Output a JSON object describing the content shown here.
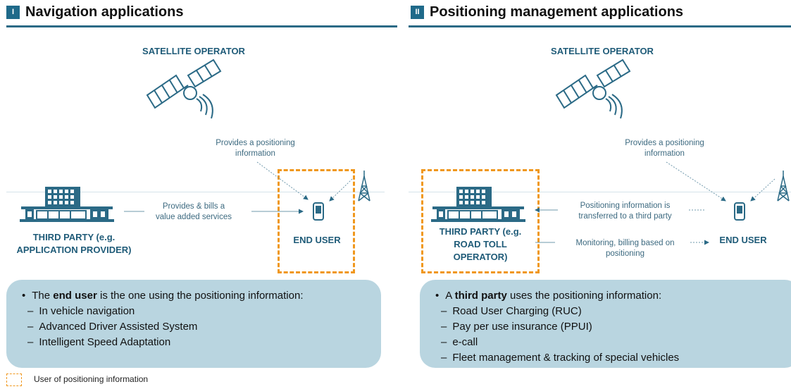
{
  "left": {
    "number": "I",
    "title": "Navigation applications",
    "satellite_label": "SATELLITE OPERATOR",
    "satellite_note": [
      "Provides  a positioning",
      "information"
    ],
    "third_party_label": [
      "THIRD PARTY (e.g.",
      "APPLICATION PROVIDER)"
    ],
    "bill_note": [
      "Provides & bills a",
      "value added services"
    ],
    "end_user_label": "END USER",
    "summary": {
      "lead_pre": "The ",
      "lead_bold": "end user",
      "lead_post": " is the one using the positioning information:",
      "items": [
        "In vehicle navigation",
        "Advanced Driver Assisted System",
        "Intelligent Speed Adaptation"
      ]
    }
  },
  "right": {
    "number": "II",
    "title": "Positioning management applications",
    "satellite_label": "SATELLITE OPERATOR",
    "satellite_note": [
      "Provides  a positioning",
      "information"
    ],
    "third_party_label": [
      "THIRD PARTY (e.g.",
      "ROAD TOLL",
      "OPERATOR)"
    ],
    "transfer_note": [
      "Positioning information is",
      "transferred  to a third party"
    ],
    "monitor_note": [
      "Monitoring, billing based on",
      "positioning"
    ],
    "end_user_label": "END USER",
    "summary": {
      "lead_pre": "A ",
      "lead_bold": "third party",
      "lead_post": " uses the positioning information:",
      "items": [
        "Road User Charging (RUC)",
        "Pay per use insurance (PPUI)",
        "e-call",
        "Fleet management  & tracking of special vehicles"
      ]
    }
  },
  "legend": {
    "text": "User of positioning  information",
    "color": "#f0981e"
  }
}
